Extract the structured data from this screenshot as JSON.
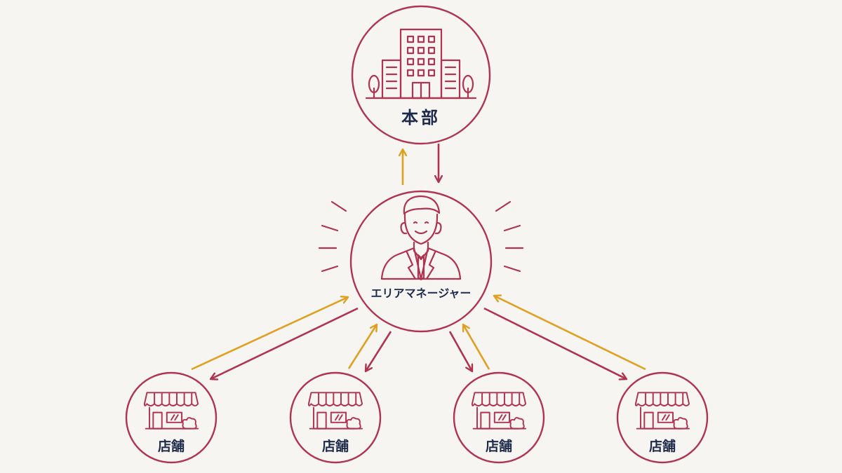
{
  "headquarters": {
    "label": "本部"
  },
  "area_manager": {
    "label": "エリアマネージャー"
  },
  "stores": [
    {
      "label": "店舗"
    },
    {
      "label": "店舗"
    },
    {
      "label": "店舗"
    },
    {
      "label": "店舗"
    }
  ],
  "colors": {
    "background": "#f6f5f2",
    "primary": "#b0334f",
    "accent": "#e0a020",
    "text": "#1e2a4a"
  }
}
